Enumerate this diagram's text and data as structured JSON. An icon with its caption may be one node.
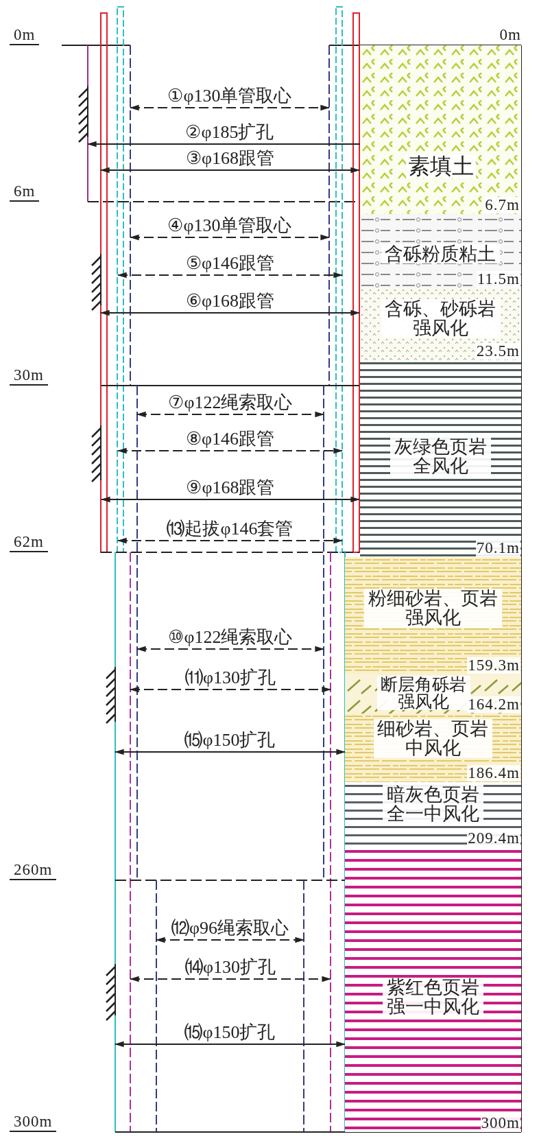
{
  "diagram": {
    "nodes": [
      {
        "text": [
          "素填土",
          "6.7m"
        ]
      },
      {
        "text": [
          "含砾粉质粘土",
          "11.5m"
        ]
      },
      {
        "text": [
          "含砾、砂砾岩强风化",
          "23.5m"
        ]
      },
      {
        "text": [
          "灰绿色页岩全风化",
          "70.1m"
        ]
      },
      {
        "text": [
          "粉细砂岩、页岩强风化",
          "159.3m"
        ]
      },
      {
        "text": [
          "断层角砾岩强风化",
          "164.2m"
        ]
      },
      {
        "text": [
          "细砂岩、页岩中风化",
          "186.4m"
        ]
      },
      {
        "text": [
          "暗灰色页岩全一中风化",
          "209.4m"
        ]
      },
      {
        "text": [
          "紫红色页岩强一中风化",
          "300m"
        ]
      }
    ],
    "edges": [],
    "labels": [
      "0m",
      "0m",
      "①φ130单管取心",
      "②φ185扩孔",
      "③φ168跟管",
      "6m",
      "④φ130单管取心",
      "⑤φ146跟管",
      "⑥φ168跟管",
      "30m",
      "⑦φ122绳索取心",
      "⑧φ146跟管",
      "⑨φ168跟管",
      "⒀起拔φ146套管",
      "62m",
      "⑩φ122绳索取心",
      "⑾φ130扩孔",
      "⒂φ150扩孔",
      "260m",
      "⑿φ96绳索取心",
      "⒁φ130扩孔",
      "⒂φ150扩孔",
      "300m"
    ]
  }
}
